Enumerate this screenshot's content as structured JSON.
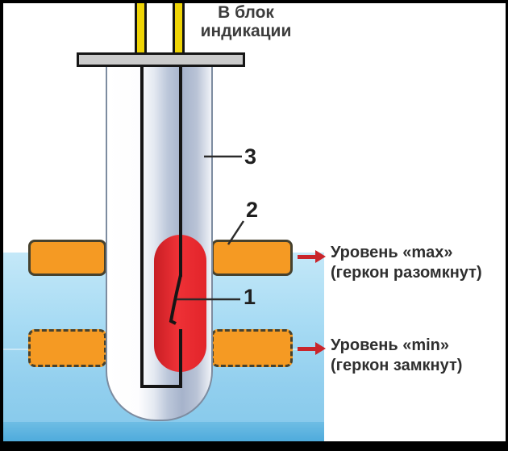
{
  "diagram": {
    "title_lines": [
      "В блок",
      "индикации"
    ],
    "part_labels": [
      "1",
      "2",
      "3"
    ],
    "annotations": {
      "max": {
        "prefix": "Уровень «",
        "value": "max",
        "suffix": "»",
        "detail": "(геркон разомкнут)"
      },
      "min": {
        "prefix": "Уровень «",
        "value": "min",
        "suffix": "»",
        "detail": "(геркон замкнут)"
      }
    },
    "icons": {
      "arrow_max": "right-arrow-icon",
      "arrow_min": "right-arrow-icon"
    },
    "colors": {
      "water_blue": "#92cfee",
      "water_deep_blue": "#4fabdc",
      "float_orange": "#f59a23",
      "capsule_red": "#e2242a",
      "wire_yellow": "#efd405",
      "arrow_red": "#c9252b",
      "tube_shade": "#a6b3cb"
    }
  }
}
